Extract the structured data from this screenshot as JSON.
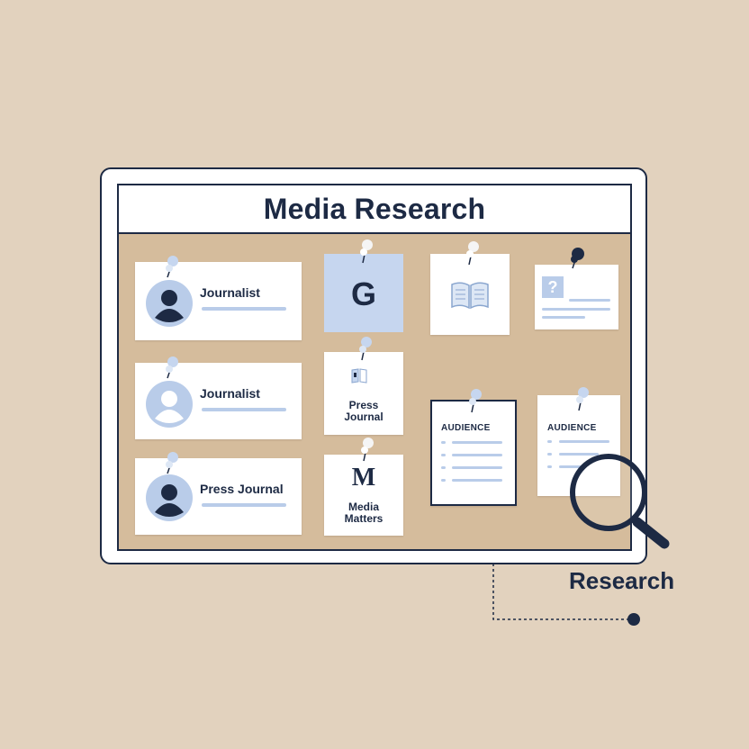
{
  "title": "Media Research",
  "cards": {
    "person1": {
      "label": "Journalist"
    },
    "person2": {
      "label": "Journalist"
    },
    "person3": {
      "label": "Press Journal"
    },
    "logo_g": {
      "letter": "G"
    },
    "press_journal": {
      "line1": "Press",
      "line2": "Journal"
    },
    "media_matters": {
      "mark": "M",
      "line1": "Media",
      "line2": "Matters"
    },
    "question_note": {
      "mark": "?"
    },
    "audience1": {
      "title": "AUDIENCE"
    },
    "audience2": {
      "title": "AUDIENCE"
    }
  },
  "research_label": "Research",
  "colors": {
    "background": "#e2d2be",
    "board": "#d5bc9c",
    "navy": "#1d2a44",
    "accent_blue": "#b9cce9",
    "logo_tile": "#c6d6ef"
  },
  "icons": [
    "pushpin-icon",
    "person-avatar-icon",
    "open-book-icon",
    "magnifier-icon"
  ]
}
